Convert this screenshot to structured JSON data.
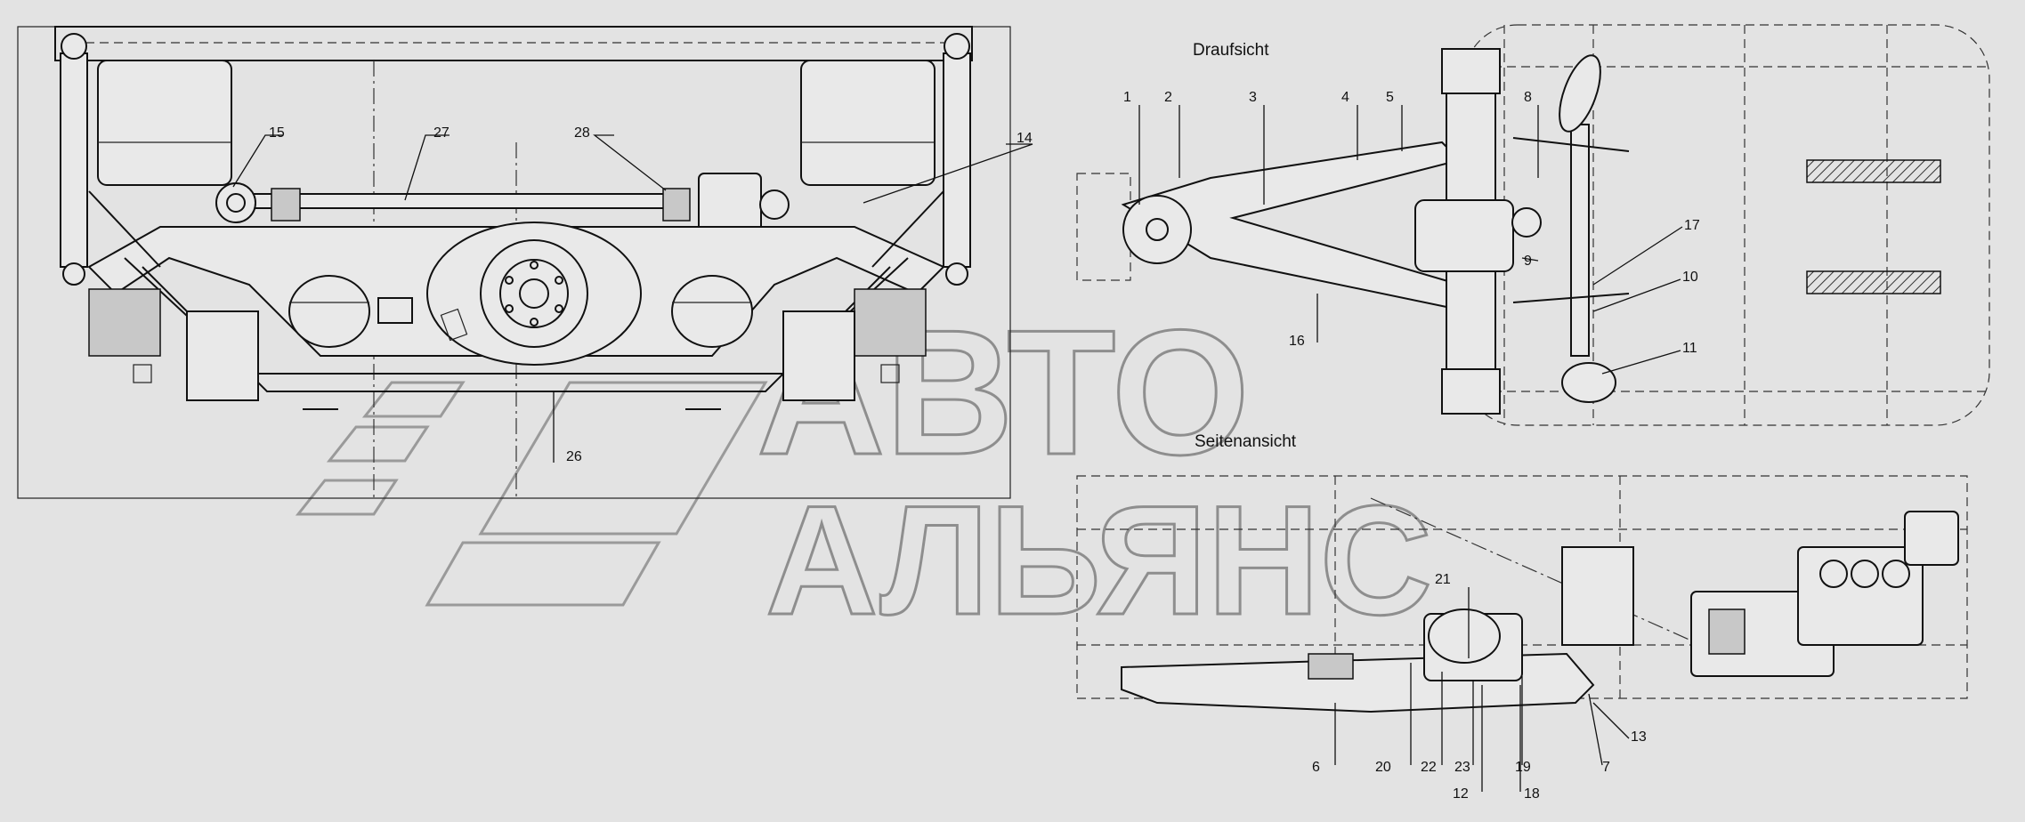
{
  "views": {
    "top_view_title": "Draufsicht",
    "side_view_title": "Seitenansicht"
  },
  "watermark": {
    "line1": "АВТО",
    "line2": "АЛЬЯНС"
  },
  "callouts": {
    "c1": "1",
    "c2": "2",
    "c3": "3",
    "c4": "4",
    "c5": "5",
    "c6": "6",
    "c7": "7",
    "c8": "8",
    "c9": "9",
    "c10": "10",
    "c11": "11",
    "c12": "12",
    "c13": "13",
    "c14": "14",
    "c15": "15",
    "c16": "16",
    "c17": "17",
    "c18": "18",
    "c19": "19",
    "c20": "20",
    "c21": "21",
    "c22": "22",
    "c23": "23",
    "c26": "26",
    "c27": "27",
    "c28": "28"
  },
  "colors": {
    "background": "#e3e3e3",
    "line": "#111111",
    "watermark": "#8e8e8e"
  }
}
